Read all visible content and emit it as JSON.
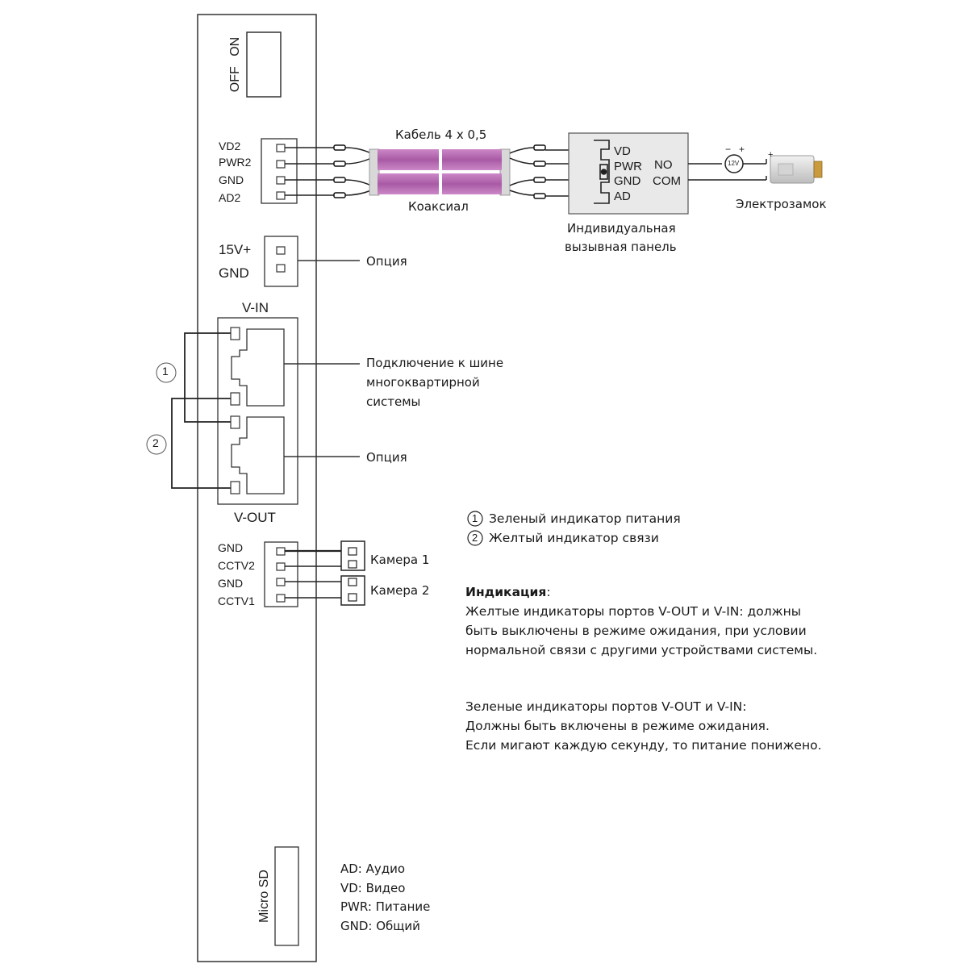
{
  "switch": {
    "off": "OFF",
    "on": "ON"
  },
  "ports_top": {
    "labels": [
      "VD2",
      "PWR2",
      "GND",
      "AD2"
    ]
  },
  "cable": {
    "label": "Кабель 4 x 0,5",
    "coax_label": "Коаксиал"
  },
  "panel": {
    "pins": [
      "VD",
      "PWR",
      "GND",
      "AD"
    ],
    "relay": [
      "NO",
      "COM"
    ],
    "caption": [
      "Индивидуальная",
      "вызывная панель"
    ]
  },
  "lock": {
    "voltage": "12V",
    "minus": "−",
    "plus": "+",
    "pos": "+",
    "label": "Электрозамок"
  },
  "power": {
    "labels": [
      "15V+",
      "GND"
    ],
    "option": "Опция"
  },
  "bus": {
    "vin": "V-IN",
    "vout": "V-OUT",
    "desc": [
      "Подключение к шине",
      "многоквартирной",
      "системы"
    ],
    "option": "Опция"
  },
  "indicators": {
    "n1": "1",
    "n2": "2",
    "legend": [
      {
        "num": "1",
        "text": "Зеленый индикатор питания"
      },
      {
        "num": "2",
        "text": "Желтый индикатор связи"
      }
    ]
  },
  "cctv": {
    "labels": [
      "GND",
      "CCTV2",
      "GND",
      "CCTV1"
    ],
    "cam1": "Камера 1",
    "cam2": "Камера 2"
  },
  "indication": {
    "title": "Индикация",
    "colon": ":",
    "yellow": [
      "Желтые индикаторы портов V-OUT и V-IN: должны",
      "быть выключены в режиме ожидания, при условии",
      "нормальной связи с другими устройствами системы."
    ],
    "green": [
      "Зеленые индикаторы портов V-OUT и V-IN:",
      "Должны быть включены в режиме ожидания.",
      "Если мигают каждую секунду, то питание понижено."
    ]
  },
  "sd": {
    "label": "Micro SD"
  },
  "abbr": [
    "AD: Аудио",
    "VD: Видео",
    "PWR: Питание",
    "GND: Общий"
  ],
  "colors": {
    "cable": "#b864b4",
    "wire": "#222222",
    "line": "#333333"
  }
}
